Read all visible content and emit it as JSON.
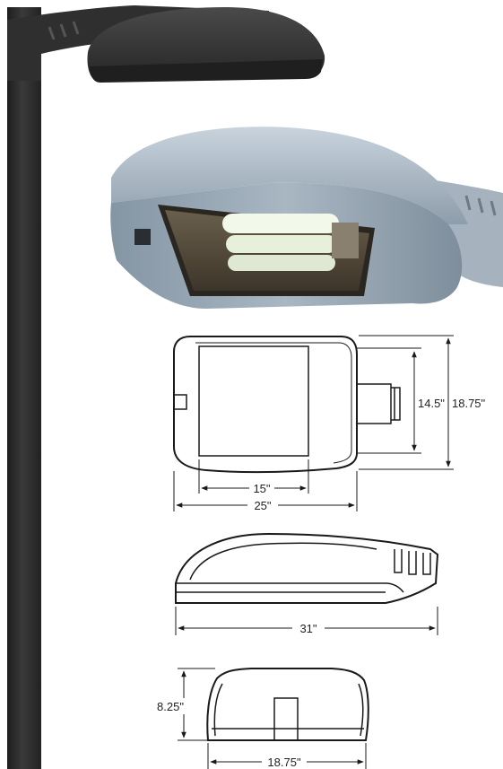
{
  "dimensions": {
    "top_view": {
      "width": "25\"",
      "lens_width": "15\"",
      "lens_height": "14.5\"",
      "overall_height": "18.75\""
    },
    "side_view": {
      "length": "31\""
    },
    "front_view": {
      "height": "8.25\"",
      "width": "18.75\""
    }
  },
  "colors": {
    "pole": "#2b2b2b",
    "housing_dark": "#383838",
    "housing_silver": "#9aa9b6",
    "lens_glass": "#5a5040",
    "lamp": "#eef6e4",
    "line": "#1a1a1a"
  }
}
